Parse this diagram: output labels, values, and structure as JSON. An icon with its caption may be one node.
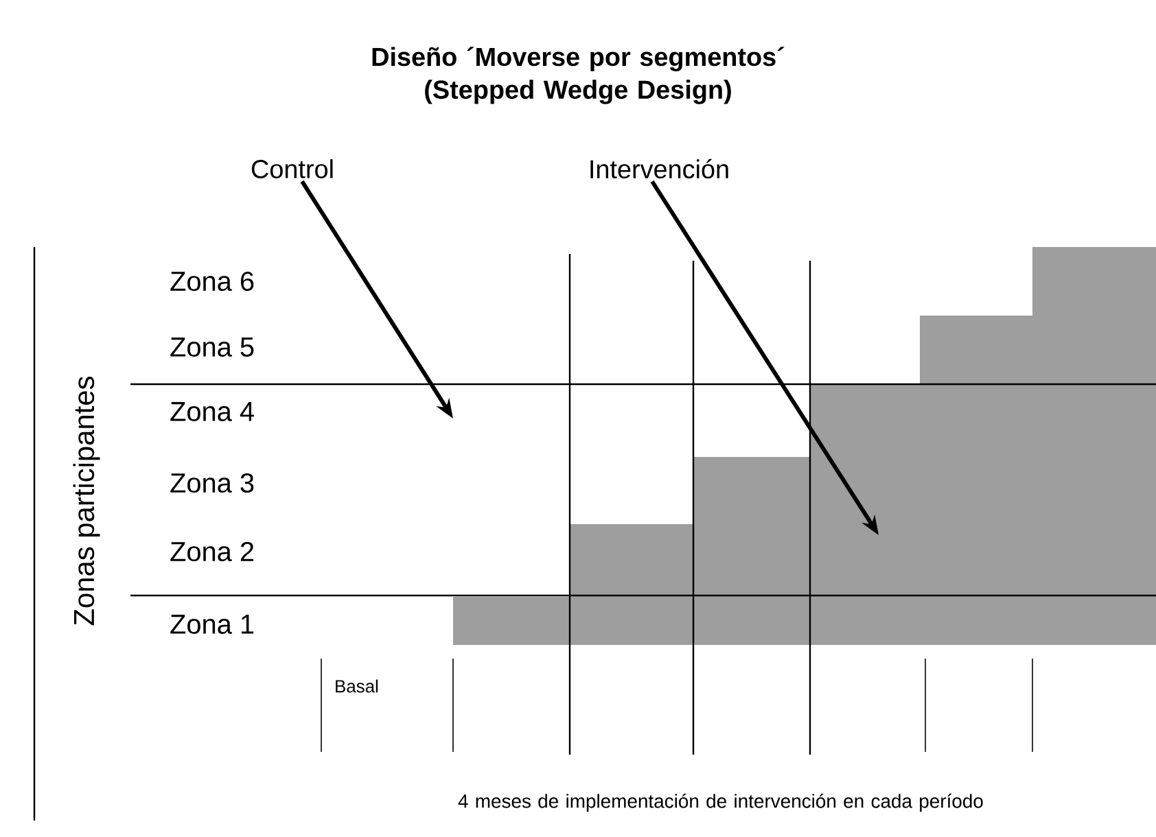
{
  "diagram": {
    "title": "Diseño ´Moverse por segmentos´ (Stepped Wedge Design)",
    "nodes": [
      {
        "text": [
          "Control"
        ]
      },
      {
        "text": [
          "Intervención"
        ]
      }
    ],
    "edges": [
      {
        "from": 0,
        "to": null,
        "arrow": "to"
      },
      {
        "from": 1,
        "to": null,
        "arrow": "to"
      }
    ],
    "labels": [
      "Zonas participantes",
      "Zona 6",
      "Zona 5",
      "Zona 4",
      "Zona 3",
      "Zona 2",
      "Zona 1",
      "Basal",
      "4 meses de implementación de intervención en cada período"
    ]
  }
}
